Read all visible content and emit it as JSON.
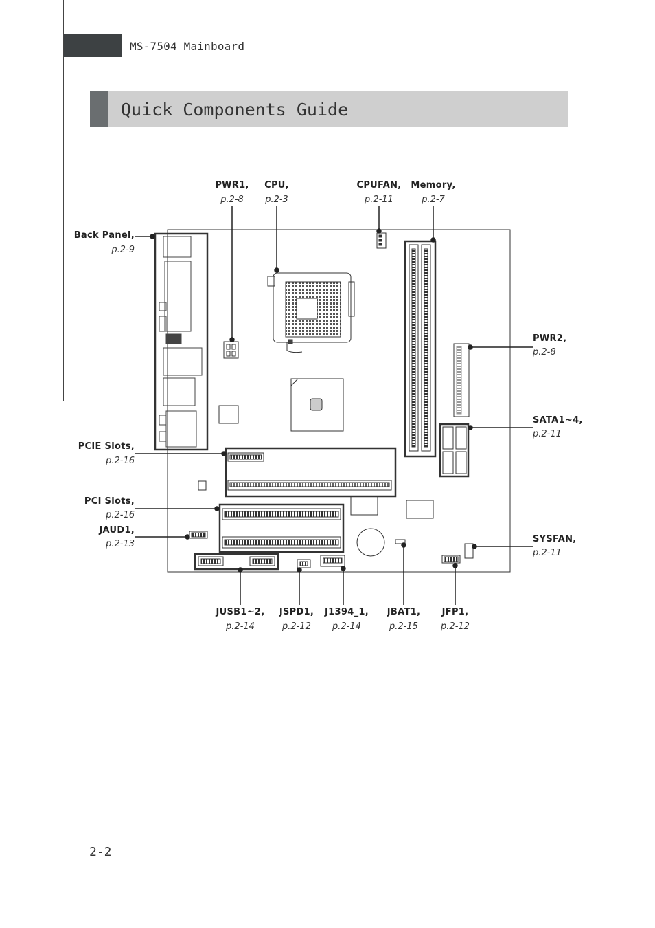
{
  "header": {
    "text": "MS-7504 Mainboard"
  },
  "title": {
    "text": "Quick Components Guide"
  },
  "page_number": "2-2",
  "labels": {
    "pwr1": {
      "name": "PWR1,",
      "ref": "p.2-8"
    },
    "cpu": {
      "name": "CPU,",
      "ref": "p.2-3"
    },
    "cpufan": {
      "name": "CPUFAN,",
      "ref": "p.2-11"
    },
    "memory": {
      "name": "Memory,",
      "ref": "p.2-7"
    },
    "back_panel": {
      "name": "Back Panel,",
      "ref": "p.2-9"
    },
    "pwr2": {
      "name": "PWR2,",
      "ref": "p.2-8"
    },
    "sata": {
      "name": "SATA1~4,",
      "ref": "p.2-11"
    },
    "pcie": {
      "name": "PCIE Slots,",
      "ref": "p.2-16"
    },
    "pci": {
      "name": "PCI Slots,",
      "ref": "p.2-16"
    },
    "jaud1": {
      "name": "JAUD1,",
      "ref": "p.2-13"
    },
    "sysfan": {
      "name": "SYSFAN,",
      "ref": "p.2-11"
    },
    "jusb": {
      "name": "JUSB1~2,",
      "ref": "p.2-14"
    },
    "jspd1": {
      "name": "JSPD1,",
      "ref": "p.2-12"
    },
    "j1394": {
      "name": "J1394_1,",
      "ref": "p.2-14"
    },
    "jbat1": {
      "name": "JBAT1,",
      "ref": "p.2-15"
    },
    "jfp1": {
      "name": "JFP1,",
      "ref": "p.2-12"
    }
  }
}
